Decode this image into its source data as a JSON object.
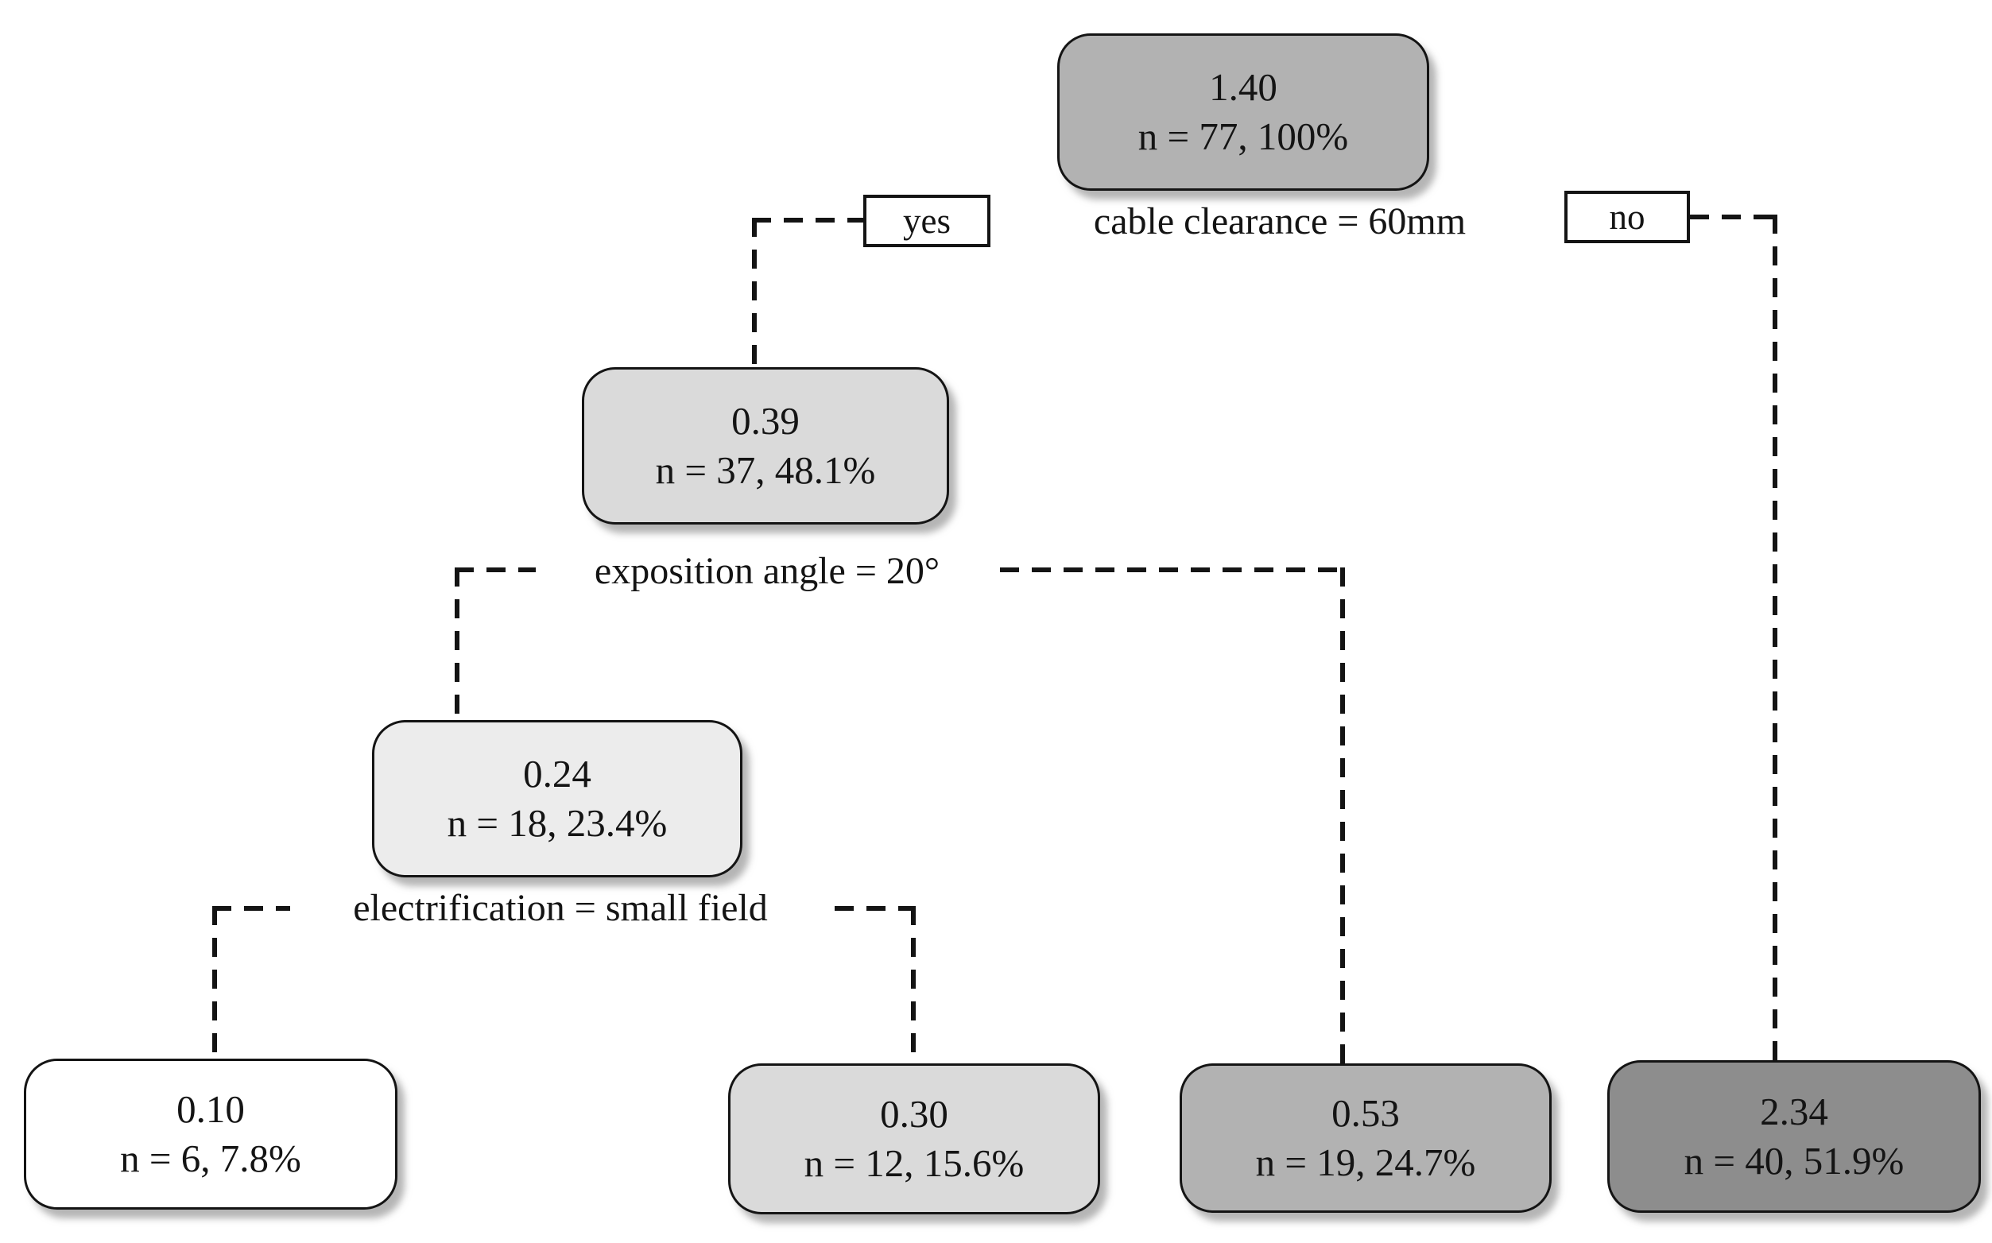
{
  "diagram": {
    "type": "decision-tree",
    "background": "#ffffff",
    "line_color": "#141414",
    "nodes": {
      "root": {
        "value": "1.40",
        "count": "n = 77, 100%",
        "fill": "#b2b2b2"
      },
      "clearance_yes": {
        "value": "0.39",
        "count": "n = 37, 48.1%",
        "fill": "#dadada"
      },
      "angle_yes": {
        "value": "0.24",
        "count": "n = 18, 23.4%",
        "fill": "#ececec"
      },
      "electrification_yes": {
        "value": "0.10",
        "count": "n = 6, 7.8%",
        "fill": "#ffffff"
      },
      "electrification_no": {
        "value": "0.30",
        "count": "n = 12, 15.6%",
        "fill": "#dadada"
      },
      "angle_no": {
        "value": "0.53",
        "count": "n = 19, 24.7%",
        "fill": "#b2b2b2"
      },
      "clearance_no": {
        "value": "2.34",
        "count": "n = 40, 51.9%",
        "fill": "#8d8d8d"
      }
    },
    "splits": {
      "cable_clearance": {
        "condition": "cable clearance = 60mm",
        "yes_label": "yes",
        "no_label": "no"
      },
      "exposition_angle": {
        "condition": "exposition angle = 20°"
      },
      "electrification": {
        "condition": "electrification = small field"
      }
    }
  }
}
